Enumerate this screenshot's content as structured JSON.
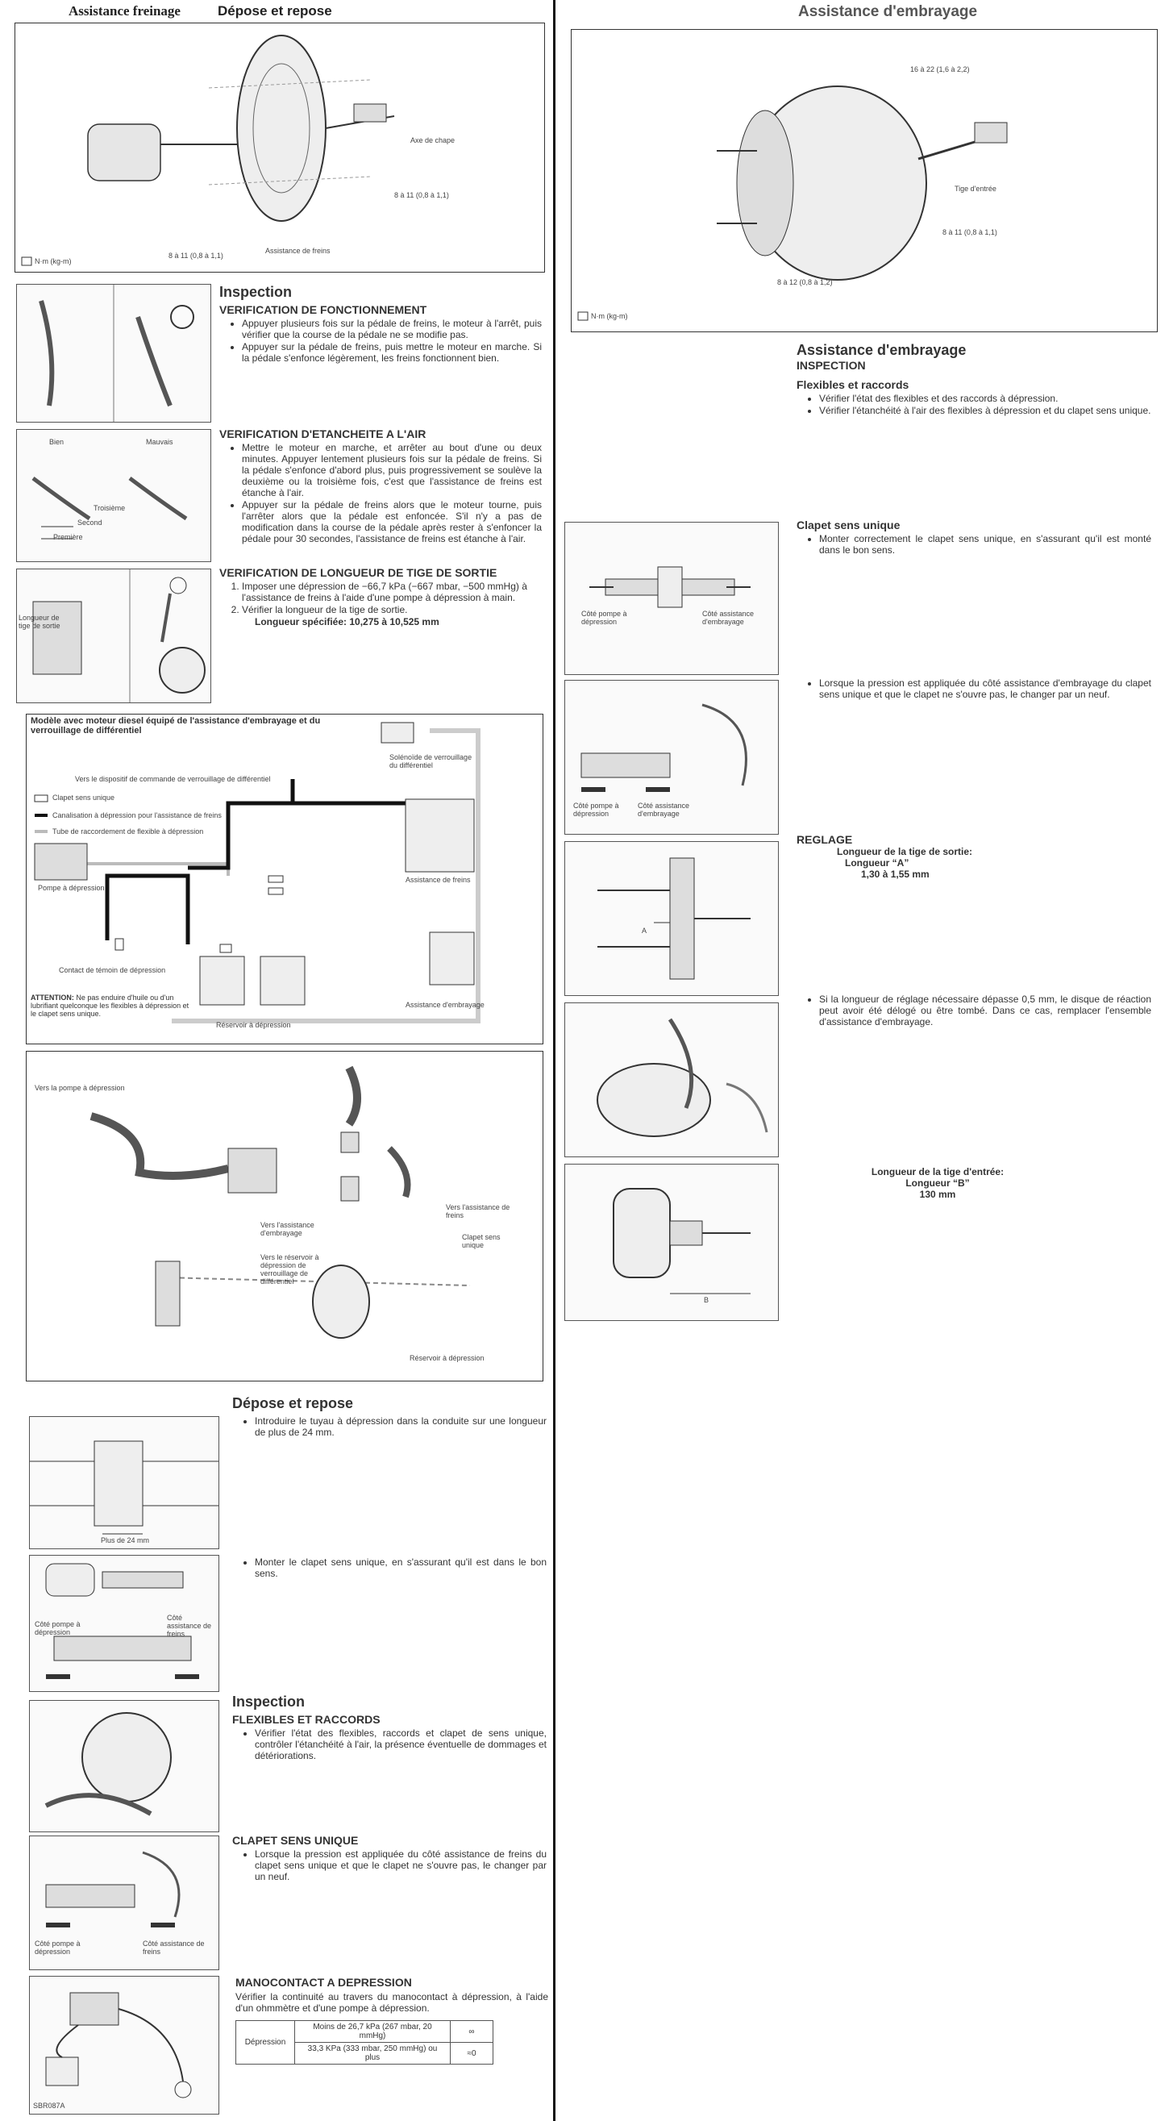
{
  "left": {
    "header": {
      "section": "Assistance freinage",
      "title": "Dépose et repose"
    },
    "fig1": {
      "labels": [
        "Axe de chape",
        "8 à 11 (0,8 à 1,1)",
        "8 à 11 (0,8 à 1,1)",
        "Assistance de freins",
        "N·m (kg-m)"
      ]
    },
    "inspection": {
      "title": "Inspection",
      "fonctionnement": {
        "heading": "VERIFICATION DE FONCTIONNEMENT",
        "items": [
          "Appuyer plusieurs fois sur la pédale de freins, le moteur à l'arrêt, puis vérifier que la course de la pédale ne se modifie pas.",
          "Appuyer sur la pédale de freins, puis mettre le moteur en marche. Si la pédale s'enfonce légèrement, les freins fonctionnent bien."
        ]
      },
      "etancheite": {
        "heading": "VERIFICATION D'ETANCHEITE A L'AIR",
        "items": [
          "Mettre le moteur en marche, et arrêter au bout d'une ou deux minutes. Appuyer lentement plusieurs fois sur la pédale de freins. Si la pédale s'enfonce d'abord plus, puis progressivement se soulève la deuxième ou la troisième fois, c'est que l'assistance de freins est étanche à l'air.",
          "Appuyer sur la pédale de freins alors que le moteur tourne, puis l'arrêter alors que la pédale est enfoncée. S'il n'y a pas de modification dans la course de la pédale après rester à s'enfoncer la pédale pour 30 secondes, l'assistance de freins est étanche à l'air."
        ],
        "fig_labels": {
          "bien": "Bien",
          "mauvais": "Mauvais",
          "troisieme": "Troisième",
          "second": "Second",
          "premiere": "Première"
        }
      },
      "longueur": {
        "heading": "VERIFICATION DE LONGUEUR DE TIGE DE SORTIE",
        "items": [
          "Imposer une dépression de −66,7 kPa (−667 mbar, −500 mmHg) à l'assistance de freins à l'aide d'une pompe à dépression à main.",
          "Vérifier la longueur de la tige de sortie."
        ],
        "spec": "Longueur spécifiée: 10,275 à 10,525 mm",
        "fig_label": "Longueur de tige de sortie"
      }
    },
    "diagram": {
      "title": "Modèle avec moteur diesel équipé de l'assistance d'embrayage et du verrouillage de différentiel",
      "labels": {
        "solenoide": "Solénoïde de verrouillage du différentiel",
        "dispositif": "Vers le dispositif de commande de verrouillage de différentiel",
        "clapet": "Clapet sens unique",
        "canalisation": "Canalisation à dépression pour l'assistance de freins",
        "tube": "Tube de raccordement de flexible à dépression",
        "pompe": "Pompe à dépression",
        "assistance_freins": "Assistance de freins",
        "contact": "Contact de témoin de dépression",
        "assistance_embrayage": "Assistance d'embrayage",
        "reservoir": "Réservoir à dépression"
      },
      "attention_label": "ATTENTION:",
      "attention_text": "Ne pas enduire d'huile ou d'un lubrifiant quelconque les flexibles à dépression et le clapet sens unique."
    },
    "diagram2": {
      "labels": {
        "vers_pompe": "Vers la pompe à dépression",
        "vers_assistance_freins": "Vers l'assistance de freins",
        "vers_assistance_embrayage": "Vers l'assistance d'embrayage",
        "vers_reservoir": "Vers le réservoir à dépression de verrouillage de différentiel",
        "clapet": "Clapet sens unique",
        "reservoir": "Réservoir à dépression"
      }
    },
    "depose": {
      "title": "Dépose et repose",
      "item1": "Introduire le tuyau à dépression dans la conduite sur une longueur de plus de 24 mm.",
      "item2": "Monter le clapet sens unique, en s'assurant qu'il est dans le bon sens.",
      "fig_plus": "Plus de 24 mm",
      "fig_cote_pompe": "Côté pompe à dépression",
      "fig_cote_assist": "Côté assistance de freins"
    },
    "inspection2": {
      "title": "Inspection",
      "flexibles_heading": "FLEXIBLES ET RACCORDS",
      "flexibles_item": "Vérifier l'état des flexibles, raccords et clapet de sens unique, contrôler l'étanchéité à l'air, la présence éventuelle de dommages et détériorations.",
      "clapet_heading": "CLAPET SENS UNIQUE",
      "clapet_item": "Lorsque la pression est appliquée du côté assistance de freins du clapet sens unique et que le clapet ne s'ouvre pas, le changer par un neuf.",
      "fig_cote_pompe": "Côté pompe à dépression",
      "fig_cote_assist": "Côté assistance de freins",
      "mano_heading": "MANOCONTACT A DEPRESSION",
      "mano_text": "Vérifier la continuité au travers du manocontact à dépression, à l'aide d'un ohmmètre et d'une pompe à dépression.",
      "table": {
        "row_label": "Dépression",
        "r1": "Moins de 26,7 kPa (267 mbar, 20 mmHg)",
        "r1v": "∞",
        "r2": "33,3 KPa (333 mbar, 250 mmHg) ou plus",
        "r2v": "≈0"
      },
      "fig_code": "SBR087A"
    }
  },
  "right": {
    "header": "Assistance d'embrayage",
    "fig1": {
      "labels": [
        "16 à 22 (1,6 à 2,2)",
        "Tige d'entrée",
        "8 à 11 (0,8 à 1,1)",
        "8 à 12 (0,8 à 1,2)",
        "N·m (kg-m)"
      ]
    },
    "title": "Assistance d'embrayage",
    "subtitle": "INSPECTION",
    "flexibles_heading": "Flexibles et raccords",
    "flexibles_items": [
      "Vérifier l'état des flexibles et des raccords à dépression.",
      "Vérifier l'étanchéité à l'air des flexibles à dépression et du clapet sens unique."
    ],
    "clapet_heading": "Clapet sens unique",
    "clapet_item1": "Monter correctement le clapet sens unique, en s'assurant qu'il est monté dans le bon sens.",
    "clapet_item2": "Lorsque la pression est appliquée du côté assistance d'embrayage du clapet sens unique et que le clapet ne s'ouvre pas, le changer par un neuf.",
    "fig_cote_pompe": "Côté pompe à dépression",
    "fig_cote_assist": "Côté assistance d'embrayage",
    "reglage_heading": "REGLAGE",
    "reglage_l1": "Longueur de la tige de sortie:",
    "reglage_l2": "Longueur “A”",
    "reglage_l3": "1,30 à 1,55 mm",
    "fig_A": "A",
    "si_item": "Si la longueur de réglage nécessaire dépasse 0,5 mm, le disque de réaction peut avoir été délogé ou être tombé. Dans ce cas, remplacer l'ensemble d'assistance d'embrayage.",
    "entree_l1": "Longueur de la tige d'entrée:",
    "entree_l2": "Longueur “B”",
    "entree_l3": "130 mm",
    "fig_B": "B"
  },
  "colors": {
    "ink": "#222222",
    "line": "#333333",
    "grey": "#bbbbbb"
  }
}
